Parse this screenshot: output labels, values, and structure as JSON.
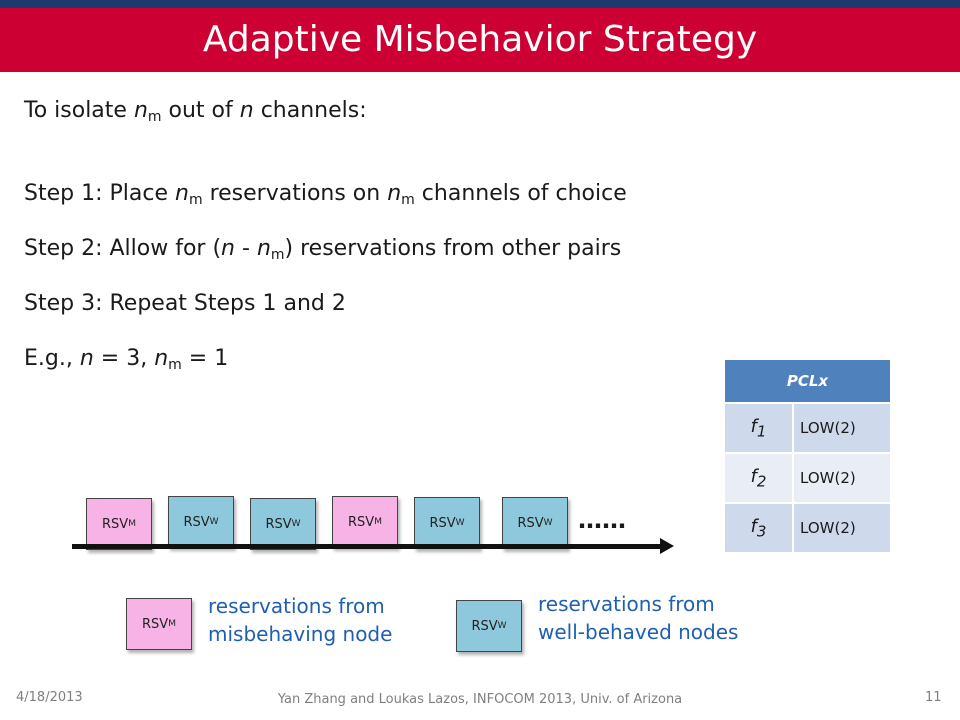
{
  "slide": {
    "title": "Adaptive Misbehavior Strategy",
    "intro": {
      "a": "To isolate ",
      "n": "n",
      "m": "m",
      "b": " out of ",
      "n2": "n",
      "c": " channels:"
    },
    "step1": {
      "a": "Step 1: Place ",
      "n": "n",
      "m": "m",
      "b": " reservations on ",
      "n2": "n",
      "m2": "m",
      "c": " channels of choice"
    },
    "step2": {
      "a": "Step 2: Allow for (",
      "n": "n",
      "b": " - ",
      "n2": "n",
      "m": "m",
      "c": ") reservations from other pairs"
    },
    "step3": "Step 3: Repeat Steps 1 and 2",
    "example": {
      "a": "E.g., ",
      "n": "n",
      "b": " = 3, ",
      "n2": "n",
      "m": "m",
      "c": " = 1"
    }
  },
  "table": {
    "header": "PCLx",
    "rows": [
      {
        "f": "f",
        "sub": "1",
        "value": "LOW(2)"
      },
      {
        "f": "f",
        "sub": "2",
        "value": "LOW(2)"
      },
      {
        "f": "f",
        "sub": "3",
        "value": "LOW(2)"
      }
    ]
  },
  "timeline": {
    "boxes": [
      {
        "label": "RSV",
        "sub": "M"
      },
      {
        "label": "RSV",
        "sub": "W"
      },
      {
        "label": "RSV",
        "sub": "W"
      },
      {
        "label": "RSV",
        "sub": "M"
      },
      {
        "label": "RSV",
        "sub": "W"
      },
      {
        "label": "RSV",
        "sub": "W"
      }
    ],
    "dots": "……"
  },
  "legend": {
    "m_box": {
      "label": "RSV",
      "sub": "M"
    },
    "m_text1": "reservations from",
    "m_text2": "misbehaving node",
    "w_box": {
      "label": "RSV",
      "sub": "W"
    },
    "w_text1": "reservations from",
    "w_text2": "well-behaved nodes"
  },
  "footer": {
    "date": "4/18/2013",
    "credit": "Yan Zhang and Loukas Lazos, INFOCOM 2013, Univ. of Arizona",
    "page": "11"
  },
  "colors": {
    "title_bar": "#cc0033",
    "top_bar": "#1c3a6e",
    "misbehaving": "#f7b3e6",
    "well_behaved": "#8ec8dd",
    "table_header": "#4f81bd",
    "legend_text": "#1f5fb0"
  }
}
